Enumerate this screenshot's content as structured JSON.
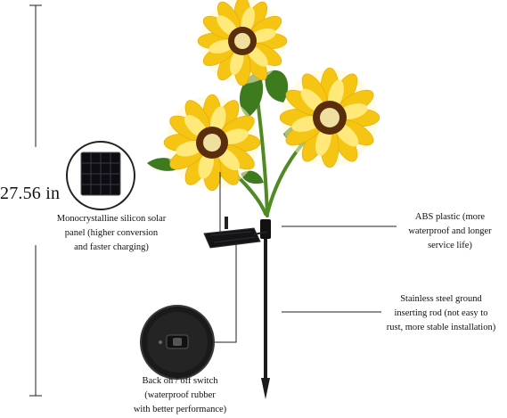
{
  "height_label": "27.56 in",
  "callouts": {
    "solar_panel": [
      "Monocrystalline silicon solar",
      "panel (higher conversion",
      "and faster charging)"
    ],
    "abs_plastic": [
      "ABS plastic (more",
      "waterproof and longer",
      "service life)"
    ],
    "ground_rod": [
      "Stainless steel ground",
      "inserting rod (not easy to",
      "rust, more stable installation)"
    ],
    "switch": [
      "Back on / off switch",
      "(waterproof rubber",
      "with better performance)"
    ]
  },
  "colors": {
    "petal": "#f6c514",
    "petal_light": "#ffe97a",
    "center": "#5a2d0c",
    "glow": "#fff7d0",
    "leaf": "#3e7a1e",
    "stem": "#4f8a24",
    "line": "#222222"
  }
}
